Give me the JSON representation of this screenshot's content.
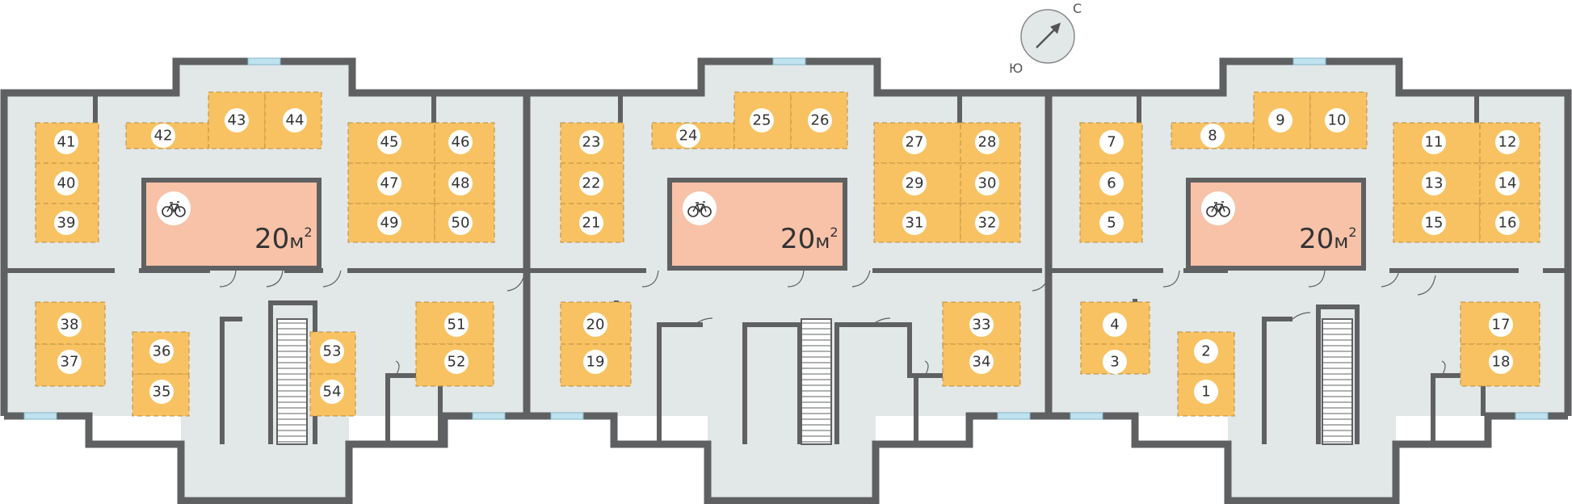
{
  "compass": {
    "north_label": "С",
    "south_label": "Ю"
  },
  "storage_rooms": [
    {
      "icon": "bicycle-icon",
      "area_value": "20",
      "area_unit": "м",
      "area_sup": "2"
    },
    {
      "icon": "bicycle-icon",
      "area_value": "20",
      "area_unit": "м",
      "area_sup": "2"
    },
    {
      "icon": "bicycle-icon",
      "area_value": "20",
      "area_unit": "м",
      "area_sup": "2"
    }
  ],
  "units": [
    "1",
    "2",
    "3",
    "4",
    "5",
    "6",
    "7",
    "8",
    "9",
    "10",
    "11",
    "12",
    "13",
    "14",
    "15",
    "16",
    "17",
    "18",
    "19",
    "20",
    "21",
    "22",
    "23",
    "24",
    "25",
    "26",
    "27",
    "28",
    "29",
    "30",
    "31",
    "32",
    "33",
    "34",
    "35",
    "36",
    "37",
    "38",
    "39",
    "40",
    "41",
    "42",
    "43",
    "44",
    "45",
    "46",
    "47",
    "48",
    "49",
    "50",
    "51",
    "52",
    "53",
    "54"
  ],
  "colors": {
    "unit": "#f8c262",
    "bike_room": "#f7c2a8",
    "floor": "#e2e7e8",
    "wall": "#5f6062"
  }
}
